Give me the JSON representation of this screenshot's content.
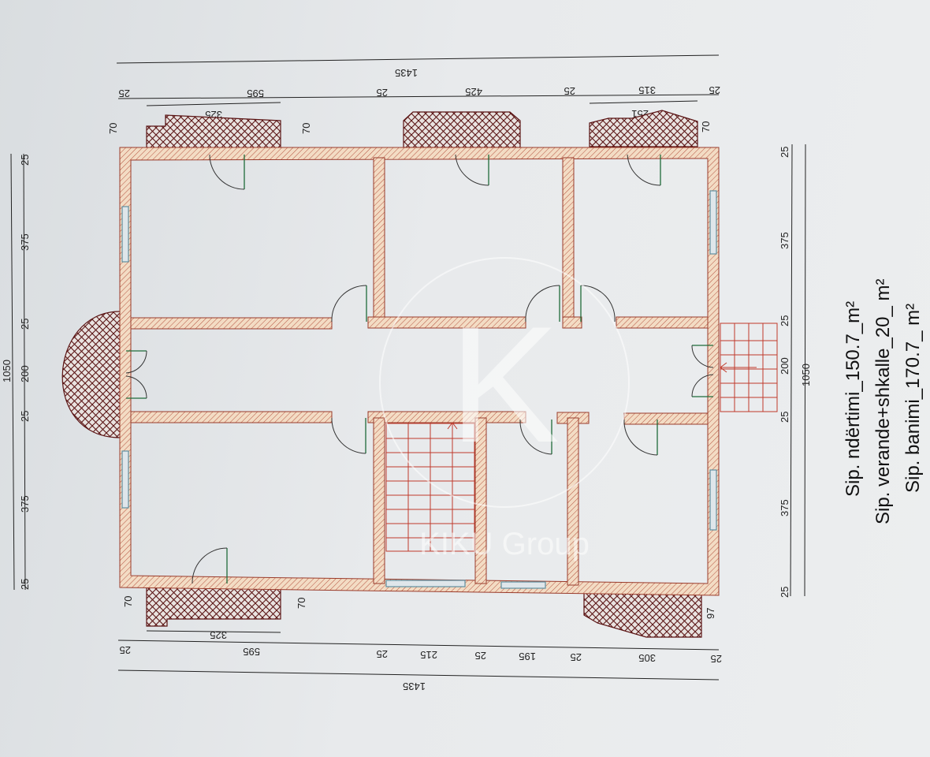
{
  "colors": {
    "paper": "#e6e8ea",
    "wall_fill": "#f3dcc4",
    "wall_stroke": "#9a3b2b",
    "hatch": "#6b1a1a",
    "dim_line": "#222222",
    "window": "#5f8fa0",
    "door": "#1f6b3a",
    "watermark": "#ffffff"
  },
  "dimensions": {
    "top_total": "1435",
    "top_segments": [
      "25",
      "595",
      "25",
      "425",
      "25",
      "315",
      "25"
    ],
    "top_balcony_left": "325",
    "top_balcony_right": "251",
    "top_offsets": [
      "70",
      "70",
      "70"
    ],
    "bottom_total": "1435",
    "bottom_segments": [
      "25",
      "595",
      "25",
      "215",
      "25",
      "195",
      "25",
      "305",
      "25"
    ],
    "bottom_balcony_left": "325",
    "bottom_offsets": [
      "70",
      "70",
      "97"
    ],
    "left_total": "1050",
    "left_segments": [
      "25",
      "375",
      "25",
      "200",
      "25",
      "375",
      "25"
    ],
    "right_total": "1050",
    "right_segments": [
      "25",
      "375",
      "25",
      "200",
      "25",
      "375",
      "25"
    ]
  },
  "areas": {
    "line1": "Sip. ndërtimi_150.7_m²",
    "line2": "Sip. verande+shkalle_20_ m²",
    "line3": "Sip. banimi_170.7_ m²"
  },
  "watermark": {
    "letter": "K",
    "brand": "KIKU Group"
  },
  "icons": [
    "door-swing-icon",
    "window-icon",
    "stair-arrow-icon",
    "crosshatch-balcony-icon"
  ]
}
